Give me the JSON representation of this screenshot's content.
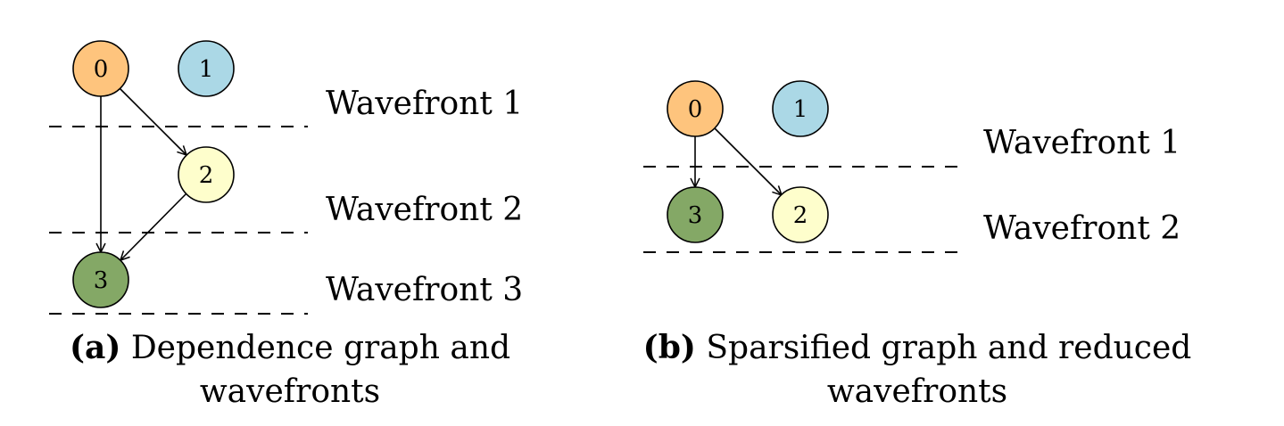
{
  "colors": {
    "node0": "#fec47d",
    "node1": "#abd8e6",
    "node2": "#fefecc",
    "node3": "#84a866"
  },
  "panel_a": {
    "nodes": [
      {
        "id": "0",
        "label": "0",
        "color": "node0"
      },
      {
        "id": "1",
        "label": "1",
        "color": "node1"
      },
      {
        "id": "2",
        "label": "2",
        "color": "node2"
      },
      {
        "id": "3",
        "label": "3",
        "color": "node3"
      }
    ],
    "edges": [
      {
        "from": "0",
        "to": "2"
      },
      {
        "from": "0",
        "to": "3"
      },
      {
        "from": "2",
        "to": "3"
      }
    ],
    "wavefronts": [
      "Wavefront 1",
      "Wavefront 2",
      "Wavefront 3"
    ],
    "caption_tag": "(a)",
    "caption_line1": "Dependence graph and",
    "caption_line2": "wavefronts"
  },
  "panel_b": {
    "nodes": [
      {
        "id": "0",
        "label": "0",
        "color": "node0"
      },
      {
        "id": "1",
        "label": "1",
        "color": "node1"
      },
      {
        "id": "3",
        "label": "3",
        "color": "node3"
      },
      {
        "id": "2",
        "label": "2",
        "color": "node2"
      }
    ],
    "edges": [
      {
        "from": "0",
        "to": "3"
      },
      {
        "from": "0",
        "to": "2"
      }
    ],
    "wavefronts": [
      "Wavefront 1",
      "Wavefront 2"
    ],
    "caption_tag": "(b)",
    "caption_line1": "Sparsified graph and reduced",
    "caption_line2": "wavefronts"
  }
}
